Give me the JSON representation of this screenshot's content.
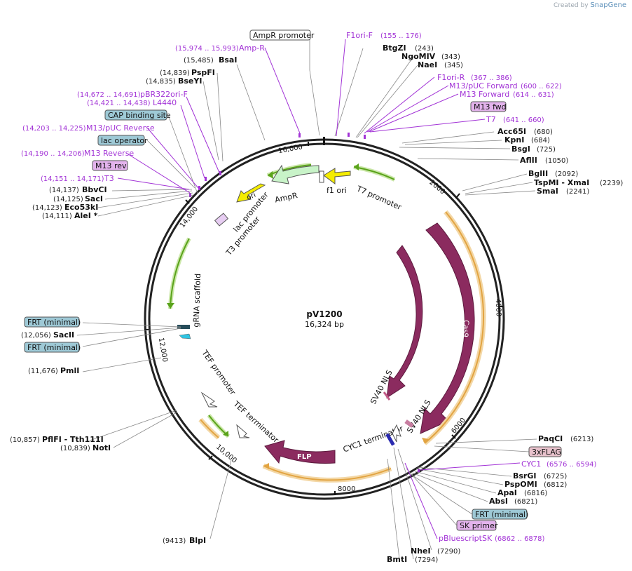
{
  "brand": {
    "prefix": "Created by",
    "name": "SnapGene"
  },
  "plasmid": {
    "name": "pV1200",
    "length": "16,324 bp"
  },
  "ticks": [
    "2000",
    "4000",
    "6000",
    "8000",
    "10,000",
    "12,000",
    "14,000",
    "16,000"
  ],
  "colors": {
    "cas9": "#8b2b5f",
    "green": "#5aa31b",
    "yellow": "#f4ec00",
    "orange": "#e2a442",
    "purple_label": "#a233d6",
    "box_blue": "#9ec9d6",
    "box_purple": "#e3b3ec",
    "box_pink": "#e8c2cc"
  },
  "sites_left": [
    {
      "pos": "(15,485)",
      "name": "BsaI"
    },
    {
      "pos": "(14,839)",
      "name": "PspFI"
    },
    {
      "pos": "(14,835)",
      "name": "BseYI"
    },
    {
      "pos": "(14,137)",
      "name": "BbvCI"
    },
    {
      "pos": "(14,125)",
      "name": "SacI"
    },
    {
      "pos": "(14,123)",
      "name": "Eco53kI"
    },
    {
      "pos": "(14,111)",
      "name": "AleI *"
    },
    {
      "pos": "(12,056)",
      "name": "SacII"
    },
    {
      "pos": "(11,676)",
      "name": "PmlI"
    },
    {
      "pos": "(10,857)",
      "name": "PflFI - Tth111I"
    },
    {
      "pos": "(10,839)",
      "name": "NotI"
    },
    {
      "pos": "(9413)",
      "name": "BlpI"
    }
  ],
  "sites_right": [
    {
      "name": "BtgZI",
      "pos": "(243)"
    },
    {
      "name": "NgoMIV",
      "pos": "(343)"
    },
    {
      "name": "NaeI",
      "pos": "(345)"
    },
    {
      "name": "Acc65I",
      "pos": "(680)"
    },
    {
      "name": "KpnI",
      "pos": "(684)"
    },
    {
      "name": "BsgI",
      "pos": "(725)"
    },
    {
      "name": "AflII",
      "pos": "(1050)"
    },
    {
      "name": "BglII",
      "pos": "(2092)"
    },
    {
      "name": "TspMI - XmaI",
      "pos": "(2239)"
    },
    {
      "name": "SmaI",
      "pos": "(2241)"
    },
    {
      "name": "PaqCI",
      "pos": "(6213)"
    },
    {
      "name": "BsrGI",
      "pos": "(6725)"
    },
    {
      "name": "PspOMI",
      "pos": "(6812)"
    },
    {
      "name": "ApaI",
      "pos": "(6816)"
    },
    {
      "name": "AbsI",
      "pos": "(6821)"
    },
    {
      "name": "NheI",
      "pos": "(7290)"
    },
    {
      "name": "BmtI",
      "pos": "(7294)"
    }
  ],
  "primers_left": [
    {
      "pos": "(15,974 .. 15,993)",
      "name": "Amp-R"
    },
    {
      "pos": "(14,672 .. 14,691)",
      "name": "pBR322ori-F"
    },
    {
      "pos": "(14,421 .. 14,438)",
      "name": "L4440"
    },
    {
      "pos": "(14,203 .. 14,225)",
      "name": "M13/pUC Reverse"
    },
    {
      "pos": "(14,190 .. 14,206)",
      "name": "M13 Reverse"
    },
    {
      "pos": "(14,151 .. 14,171)",
      "name": "T3"
    }
  ],
  "primers_right": [
    {
      "name": "F1ori-F",
      "pos": "(155 .. 176)"
    },
    {
      "name": "F1ori-R",
      "pos": "(367 .. 386)"
    },
    {
      "name": "M13/pUC Forward",
      "pos": "(600 .. 622)"
    },
    {
      "name": "M13 Forward",
      "pos": "(614 .. 631)"
    },
    {
      "name": "T7",
      "pos": "(641 .. 660)"
    },
    {
      "name": "CYC1",
      "pos": "(6576 .. 6594)"
    },
    {
      "name": "pBluescriptSK",
      "pos": "(6862 .. 6878)"
    }
  ],
  "boxes": [
    "AmpR promoter",
    "CAP binding site",
    "lac operator",
    "M13 rev",
    "M13 fwd",
    "FRT (minimal)",
    "FRT (minimal)",
    "3xFLAG",
    "FRT (minimal)",
    "SK primer"
  ],
  "features": [
    "ori",
    "AmpR",
    "f1 ori",
    "T7 promoter",
    "lac promoter",
    "T3 promoter",
    "gRNA scaffold",
    "Cas9",
    "Cas9",
    "SV40 NLS",
    "SV40 NLS",
    "CYC1 terminator",
    "TEF promoter",
    "TEF terminator",
    "FLP"
  ]
}
